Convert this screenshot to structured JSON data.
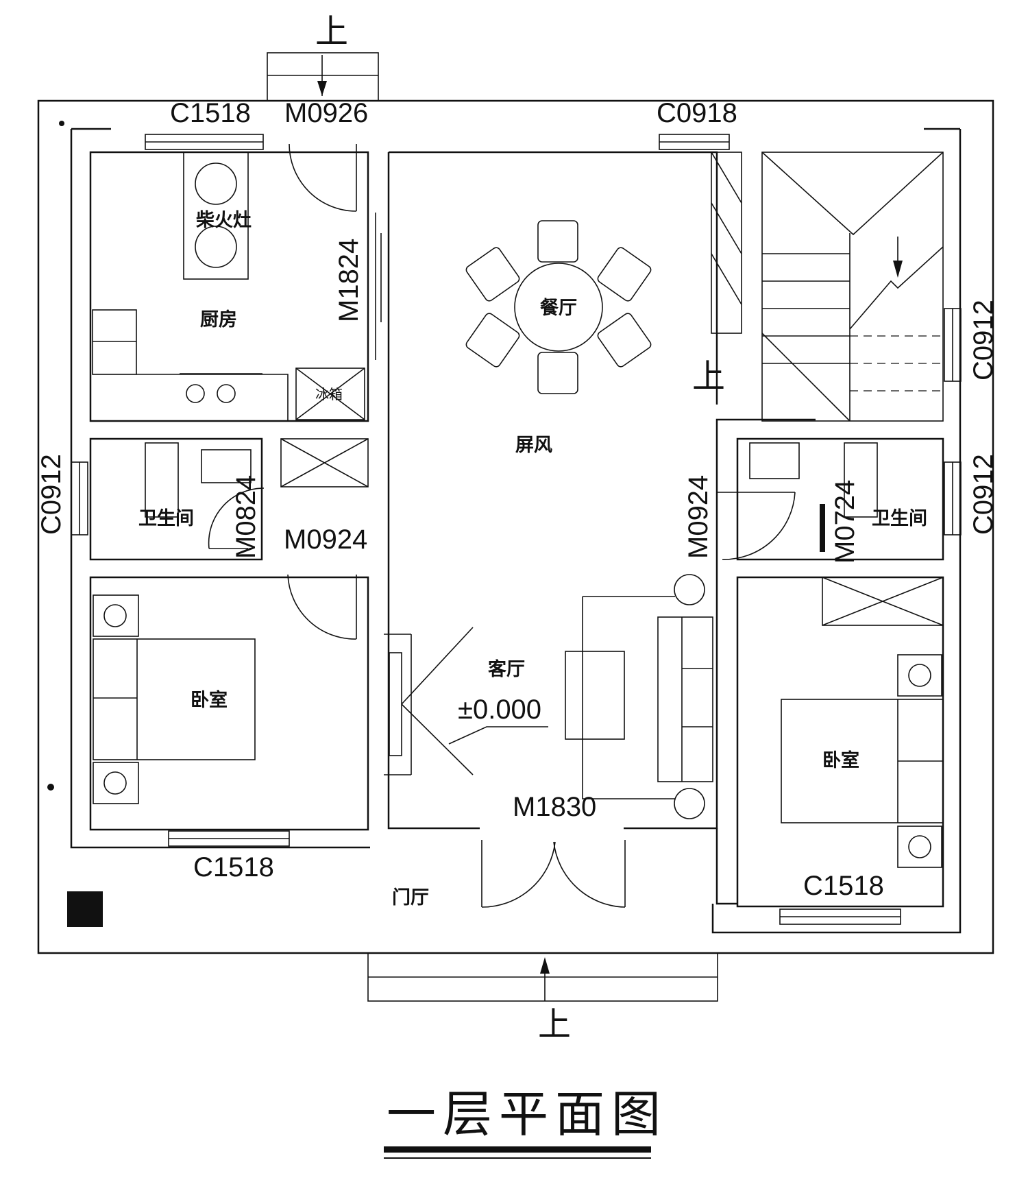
{
  "title": "一层平面图",
  "elevation": "±0.000",
  "up_label": "上",
  "rooms": {
    "firewood_stove": "柴火灶",
    "kitchen": "厨房",
    "dining": "餐厅",
    "screen": "屏风",
    "fridge": "冰箱",
    "bathroom_left": "卫生间",
    "bathroom_right": "卫生间",
    "living": "客厅",
    "bedroom_left": "卧室",
    "bedroom_right": "卧室",
    "foyer": "门厅"
  },
  "codes": {
    "c1518_top": "C1518",
    "m0926": "M0926",
    "c0918": "C0918",
    "m1824": "M1824",
    "c0912_right_top": "C0912",
    "c0912_left": "C0912",
    "m0824": "M0824",
    "m0924_left": "M0924",
    "m0924_right": "M0924",
    "m0724": "M0724",
    "c0912_right_bottom": "C0912",
    "m1830": "M1830",
    "c1518_bottom_left": "C1518",
    "c1518_bottom_right": "C1518"
  }
}
